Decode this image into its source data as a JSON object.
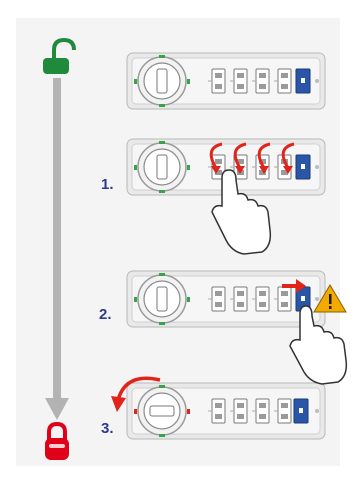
{
  "steps": [
    {
      "label": "1."
    },
    {
      "label": "2."
    },
    {
      "label": "3."
    }
  ],
  "colors": {
    "unlocked": "#1f8a3b",
    "locked": "#e0001a",
    "arrow": "#e2231a",
    "step_label": "#2e3a8c",
    "key_button": "#2a56a8",
    "warning": "#f2a900",
    "axis_arrow": "#b3b3b3"
  },
  "icons": {
    "start": "open-padlock-icon",
    "end": "closed-padlock-icon",
    "step1_gesture": "hand-pointer-icon",
    "step2_gesture": "hand-pointer-icon",
    "step2_alert": "warning-triangle-icon",
    "step3_motion": "rotate-counterclockwise-arrow-icon"
  }
}
